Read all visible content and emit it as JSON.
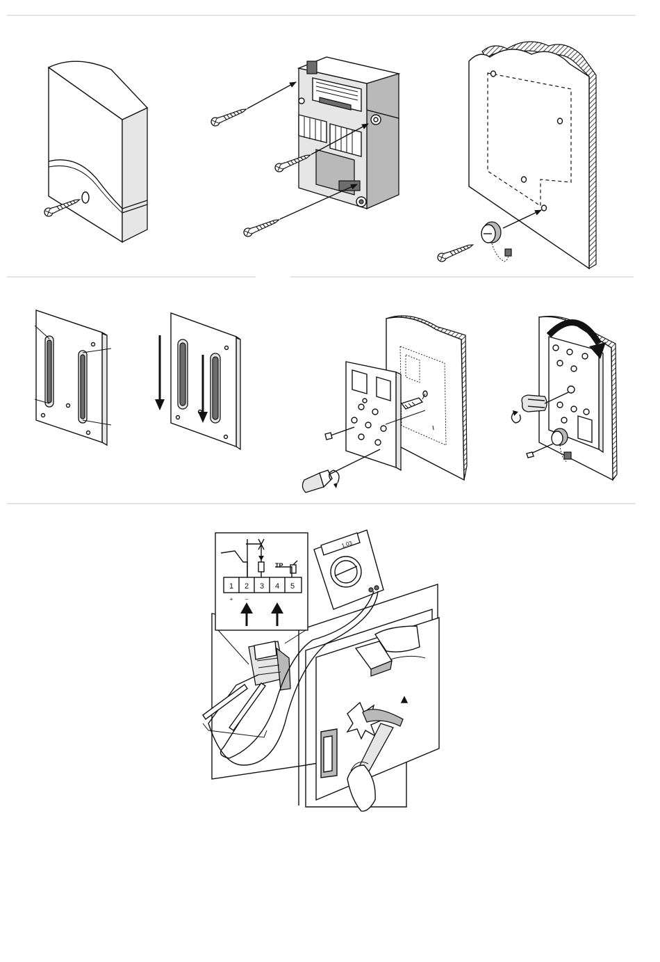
{
  "figures": {
    "step1_cover": {
      "icon": "screw-icon"
    },
    "step2_module": {
      "icon": "screw-icon"
    },
    "step3_wall": {
      "icon": "screw-icon"
    },
    "step4_plates": {
      "icon": "arrow-down-icon"
    },
    "step5_plate_mount": {
      "icon": "screwdriver-icon"
    },
    "step6_plate_rotate": {
      "icon": "rotate-arrow-icon"
    },
    "step7_test": {
      "terminals": [
        "1",
        "2",
        "3",
        "4",
        "5"
      ],
      "tp_label": "TP",
      "plus_label": "+",
      "minus_label": "–",
      "meter_display": "1.03"
    }
  },
  "colors": {
    "line": "#111111",
    "fill_light": "#e6e6e6",
    "fill_mid": "#b9b9b9",
    "fill_dark": "#6d6d6d",
    "separator": "#c8c8c8"
  }
}
